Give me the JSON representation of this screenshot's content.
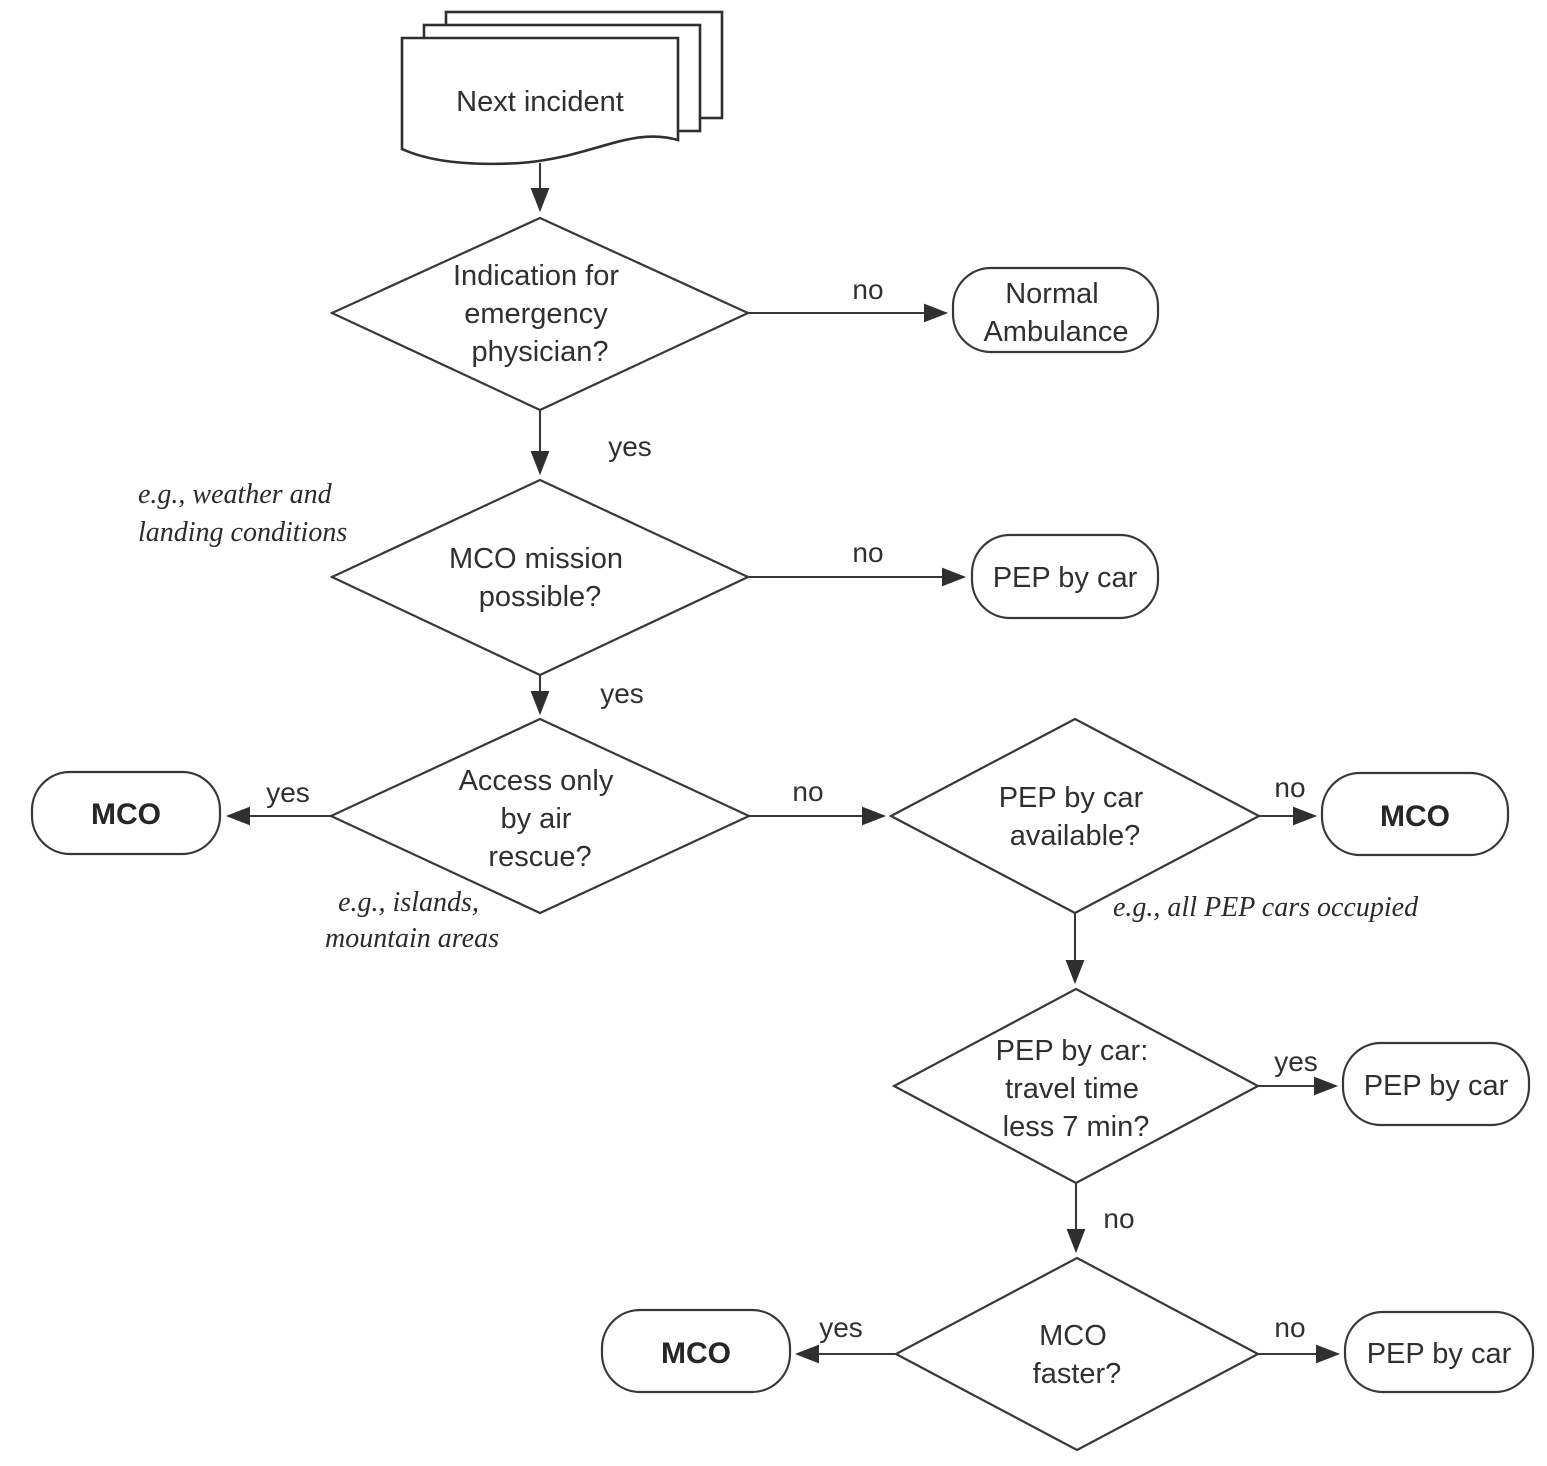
{
  "diagram": {
    "colors": {
      "line": "#383838",
      "text": "#303030",
      "background": "#ffffff"
    },
    "start": {
      "label": "Next incident"
    },
    "decisions": {
      "indication_physician": {
        "lines": [
          "Indication for",
          "emergency",
          "physician?"
        ]
      },
      "mco_mission_possible": {
        "lines": [
          "MCO mission",
          "possible?"
        ]
      },
      "access_air_rescue": {
        "lines": [
          "Access only",
          "by air",
          "rescue?"
        ]
      },
      "pep_car_available": {
        "lines": [
          "PEP by car",
          "available?"
        ]
      },
      "pep_travel_time": {
        "lines": [
          "PEP by car:",
          "travel time",
          "less 7 min?"
        ]
      },
      "mco_faster": {
        "lines": [
          "MCO",
          "faster?"
        ]
      }
    },
    "terminals": {
      "normal_ambulance": {
        "lines": [
          "Normal",
          "Ambulance"
        ]
      },
      "pep_by_car_row2": {
        "label": "PEP by car"
      },
      "mco_left": {
        "label": "MCO"
      },
      "mco_right": {
        "label": "MCO"
      },
      "pep_by_car_row5": {
        "label": "PEP by car"
      },
      "mco_bottom": {
        "label": "MCO"
      },
      "pep_by_car_row6": {
        "label": "PEP by car"
      }
    },
    "edge_labels": {
      "d1_no": "no",
      "d1_yes": "yes",
      "d2_no": "no",
      "d2_yes": "yes",
      "d3_yes": "yes",
      "d3_no": "no",
      "d4_no": "no",
      "d5_yes": "yes",
      "d5_no": "no",
      "d6_yes": "yes",
      "d6_no": "no"
    },
    "annotations": {
      "weather": {
        "lines": [
          "e.g., weather and",
          "landing conditions"
        ]
      },
      "islands": {
        "lines": [
          "e.g., islands,",
          "mountain areas"
        ]
      },
      "pep_occupied": {
        "lines": [
          "e.g., all PEP cars occupied"
        ]
      }
    }
  }
}
